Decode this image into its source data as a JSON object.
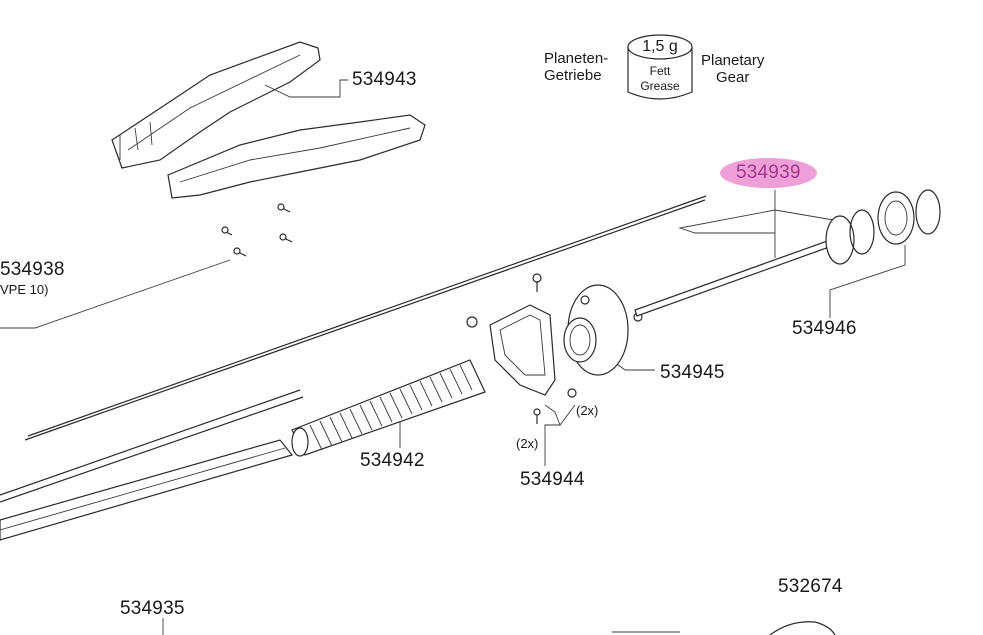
{
  "labels": {
    "p534943": "534943",
    "p534939": "534939",
    "p534938": "534938",
    "p534938_note": "VPE 10)",
    "p534946": "534946",
    "p534945": "534945",
    "p534942": "534942",
    "p534944": "534944",
    "qty_2x_a": "(2x)",
    "qty_2x_b": "(2x)",
    "p534935": "534935",
    "p532674": "532674"
  },
  "grease": {
    "left_line1": "Planeten-",
    "left_line2": "Getriebe",
    "right_line1": "Planetary",
    "right_line2": "Gear",
    "amount": "1,5 g",
    "can_line1": "Fett",
    "can_line2": "Grease"
  },
  "colors": {
    "highlight": "#ef9fd7",
    "highlight_text": "#a13a8d",
    "line": "#2a2a2a"
  }
}
